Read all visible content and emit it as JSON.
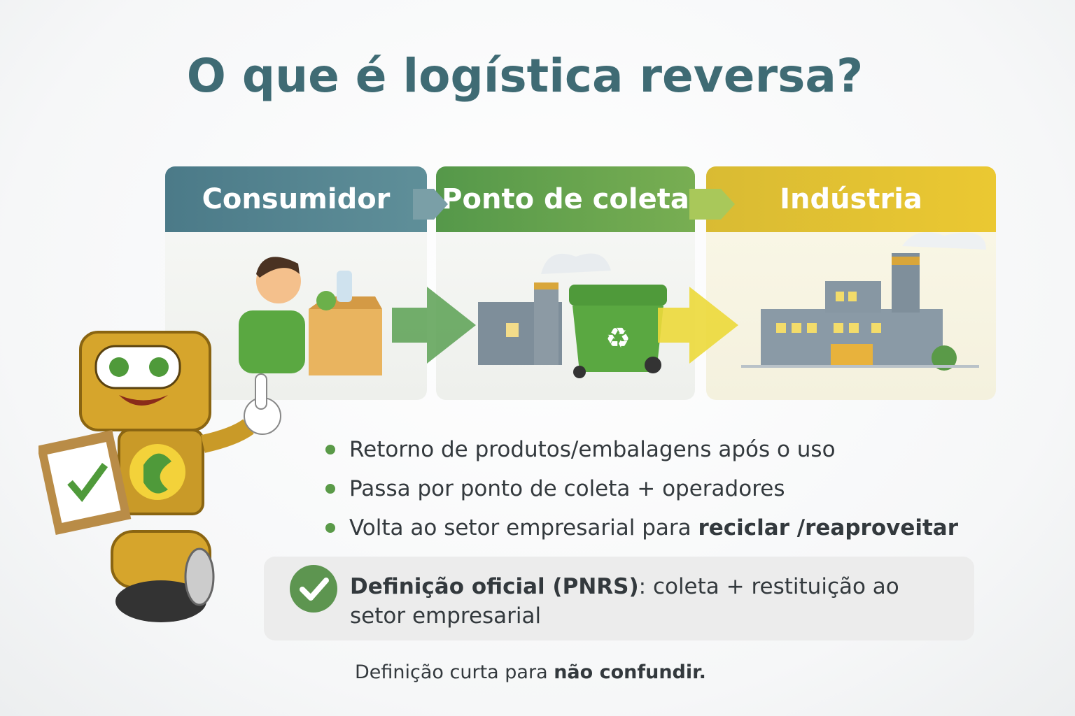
{
  "title": "O que é logística reversa?",
  "flow": [
    {
      "label": "Consumidor",
      "color": "#4b7a88"
    },
    {
      "label": "Ponto de coleta",
      "color": "#55984a"
    },
    {
      "label": "Indústria",
      "color": "#e2c02e"
    }
  ],
  "bullets": [
    {
      "text": "Retorno de produtos/embalagens após o uso"
    },
    {
      "text": "Passa por ponto de coleta + operadores"
    },
    {
      "text": "Volta ao setor empresarial para ",
      "bold": "reciclar /reaproveitar"
    }
  ],
  "definition": {
    "bold": "Definição oficial (PNRS)",
    "text": ": coleta + restituição ao setor empresarial"
  },
  "footer": {
    "text": "Definição curta para ",
    "bold": "não confundir."
  }
}
